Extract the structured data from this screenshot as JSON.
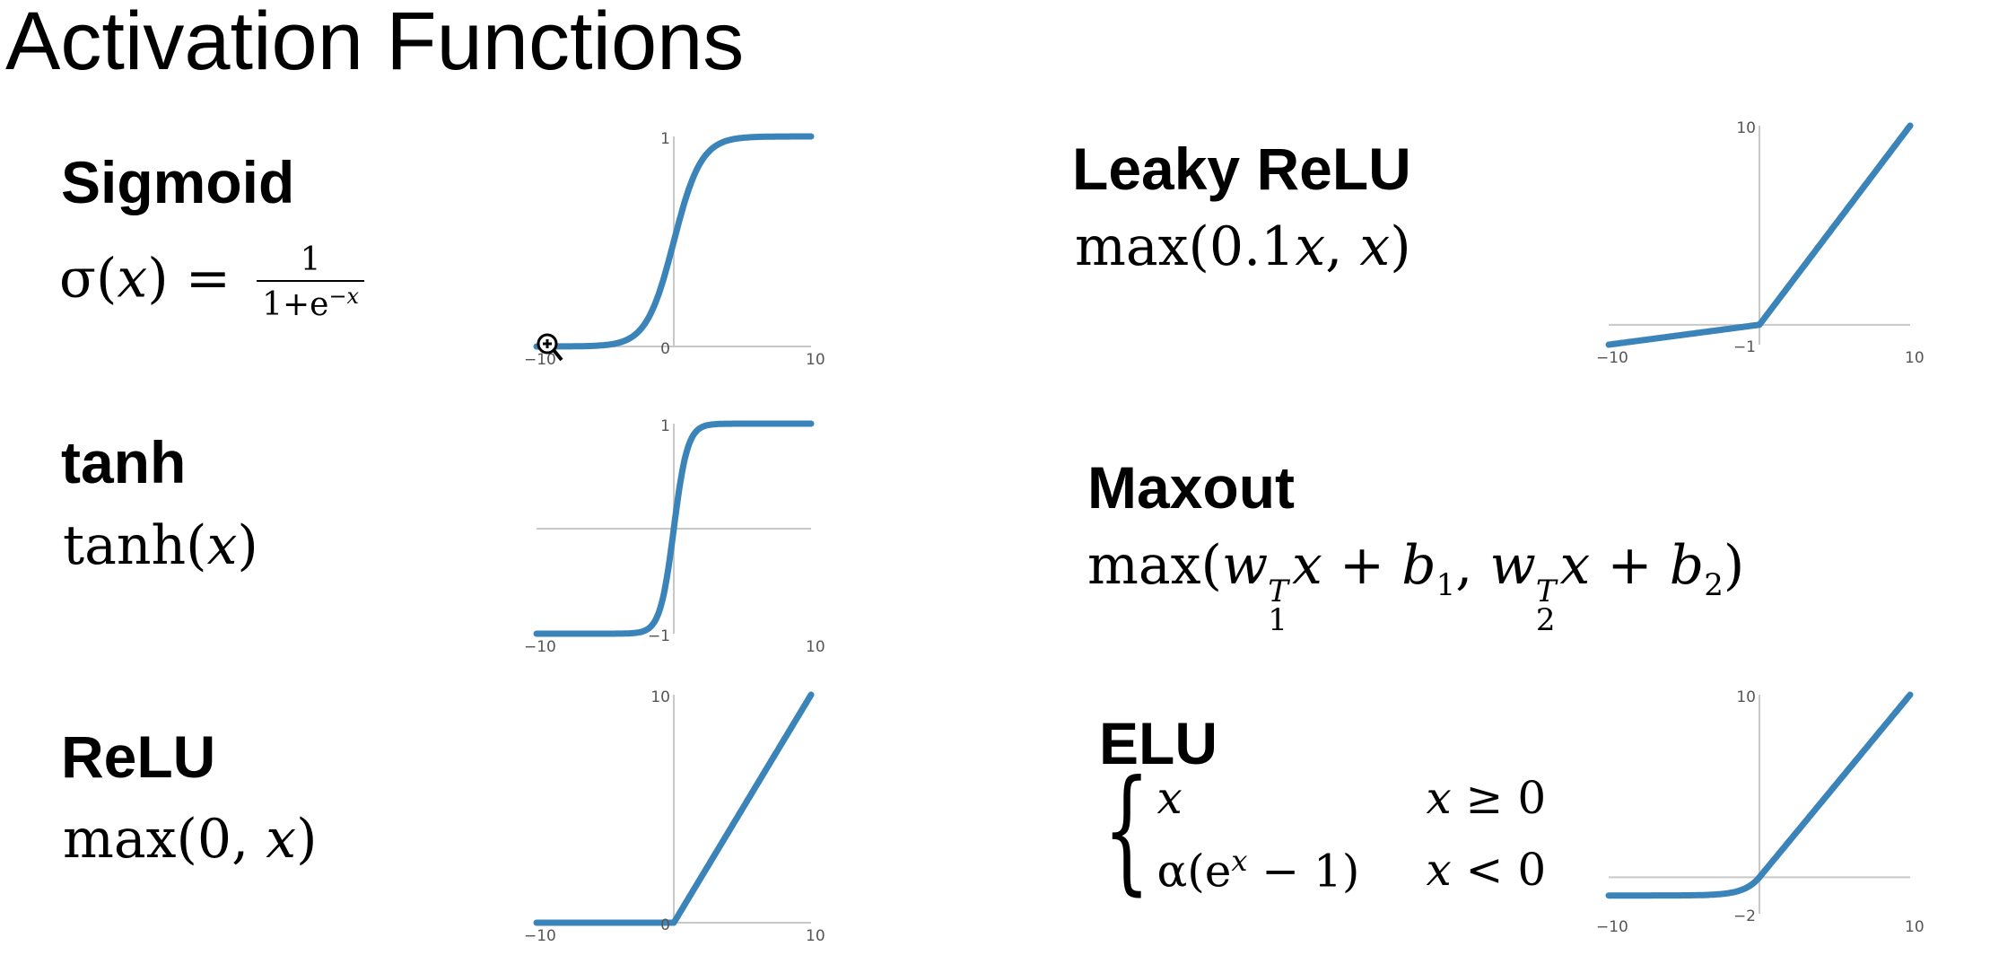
{
  "slide": {
    "title": "Activation Functions"
  },
  "functions": {
    "sigmoid": {
      "name": "Sigmoid",
      "formula_lhs": "σ(",
      "formula_var": "x",
      "formula_mid": ") =",
      "frac_num": "1",
      "frac_den": "1+e",
      "frac_exp": "−x"
    },
    "tanh": {
      "name": "tanh",
      "formula_pre": "tanh(",
      "formula_var": "x",
      "formula_post": ")"
    },
    "relu": {
      "name": "ReLU",
      "formula_pre": "max(0, ",
      "formula_var": "x",
      "formula_post": ")"
    },
    "leaky": {
      "name": "Leaky ReLU",
      "formula_pre": "max(0.1",
      "formula_var": "x",
      "formula_mid": ", ",
      "formula_var2": "x",
      "formula_post": ")"
    },
    "maxout": {
      "name": "Maxout",
      "p1": "max(",
      "w": "w",
      "sup1": "T",
      "sub1": "1",
      "x": "x",
      "plus": " + ",
      "b": "b",
      "comma": ", ",
      "sup2": "T",
      "sub2": "2",
      "close": ")"
    },
    "elu": {
      "name": "ELU",
      "case1_expr": "x",
      "case1_cond_var": "x",
      "case1_cond": " ≥ 0",
      "case2_pre": "α(e",
      "case2_sup": "x",
      "case2_post": " − 1)",
      "case2_cond_var": "x",
      "case2_cond": " < 0"
    }
  },
  "chart_data": [
    {
      "id": "sigmoid",
      "type": "line",
      "x_range": [
        -10,
        10
      ],
      "y_range": [
        0,
        1
      ],
      "x_ticks": [
        "−10",
        "10"
      ],
      "y_ticks": [
        "1",
        "0"
      ],
      "x_axis_at": 0,
      "y_axis_at": 0,
      "color": "#3b84b9"
    },
    {
      "id": "tanh",
      "type": "line",
      "x_range": [
        -10,
        10
      ],
      "y_range": [
        -1,
        1
      ],
      "x_ticks": [
        "−10",
        "10"
      ],
      "y_ticks": [
        "1",
        "−1"
      ],
      "x_axis_at": 0,
      "y_axis_at": 0,
      "color": "#3b84b9"
    },
    {
      "id": "relu",
      "type": "line",
      "x_range": [
        -10,
        10
      ],
      "y_range": [
        0,
        10
      ],
      "x_ticks": [
        "−10",
        "10"
      ],
      "y_ticks": [
        "10",
        "0"
      ],
      "x_axis_at": 0,
      "y_axis_at": 0,
      "color": "#3b84b9"
    },
    {
      "id": "leaky",
      "type": "line",
      "x_range": [
        -10,
        10
      ],
      "y_range": [
        -1,
        10
      ],
      "x_ticks": [
        "−10",
        "10"
      ],
      "y_ticks": [
        "10",
        "−1"
      ],
      "x_axis_at": 0,
      "y_axis_at": 0,
      "color": "#3b84b9"
    },
    {
      "id": "elu",
      "type": "line",
      "x_range": [
        -10,
        10
      ],
      "y_range": [
        -2,
        10
      ],
      "x_ticks": [
        "−10",
        "10"
      ],
      "y_ticks": [
        "10",
        "−2"
      ],
      "x_axis_at": 0,
      "y_axis_at": 0,
      "color": "#3b84b9"
    }
  ]
}
